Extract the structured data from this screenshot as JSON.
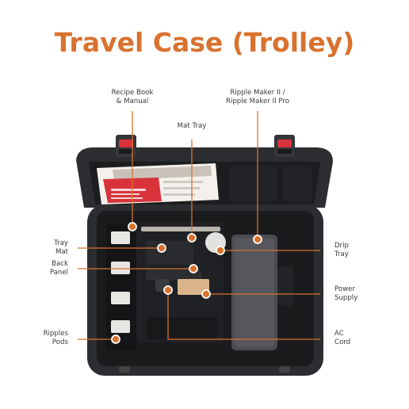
{
  "title": "Travel Case (Trolley)",
  "colors": {
    "accent": "#d9722f",
    "case_body": "#2c2d30",
    "foam": "#1a1b1d",
    "latch": "#d8333b",
    "line": "#d9722f"
  },
  "labels": {
    "recipe": {
      "line1": "Recipe Book",
      "line2": "& Manual"
    },
    "mat_tray": {
      "line1": "Mat Tray"
    },
    "ripple_maker": {
      "line1": "Ripple Maker II /",
      "line2": "Ripple Maker II Pro"
    },
    "tray_mat": {
      "line1": "Tray",
      "line2": "Mat"
    },
    "back_panel": {
      "line1": "Back",
      "line2": "Panel"
    },
    "ripples_pods": {
      "line1": "Ripples",
      "line2": "Pods"
    },
    "drip_tray": {
      "line1": "Drip",
      "line2": "Tray"
    },
    "power_supply": {
      "line1": "Power",
      "line2": "Supply"
    },
    "ac_cord": {
      "line1": "AC",
      "line2": "Cord"
    }
  }
}
